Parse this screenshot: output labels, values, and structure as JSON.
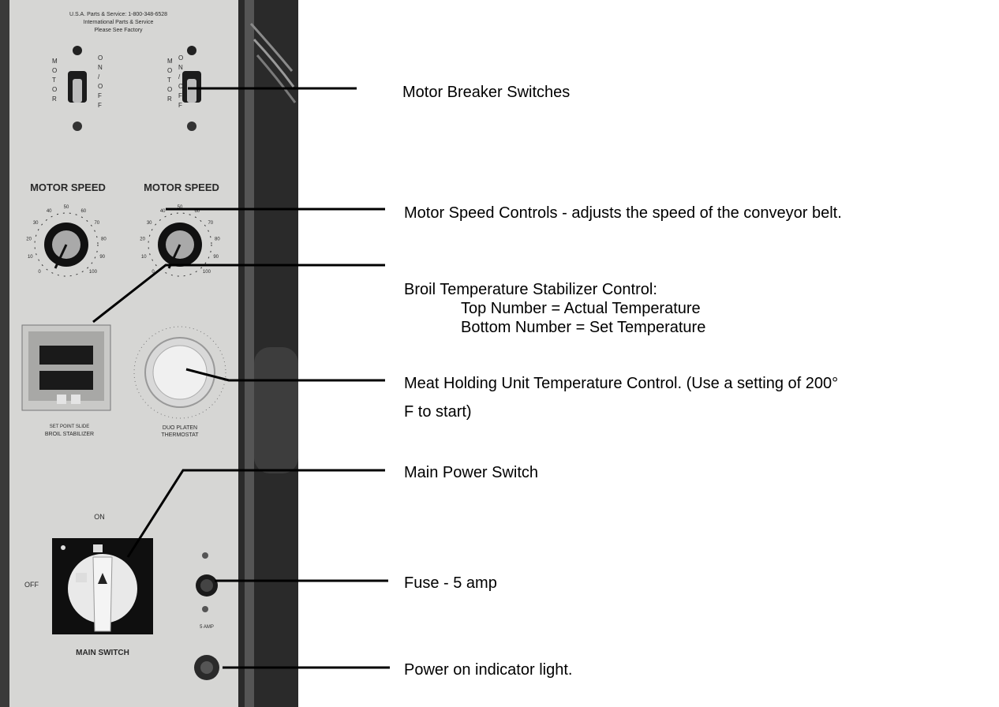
{
  "panel": {
    "header_lines": [
      "U.S.A. Parts & Service: 1-800-348-6528",
      "International Parts & Service",
      "Please See Factory"
    ],
    "motor_switch_vertical": [
      "M",
      "O",
      "T",
      "O",
      "R"
    ],
    "on_off_vertical": [
      "O",
      "N",
      "/",
      "O",
      "F",
      "F"
    ],
    "motor_speed_label_left": "MOTOR SPEED",
    "motor_speed_label_right": "MOTOR SPEED",
    "speed_dial_scale": [
      "0",
      "10",
      "20",
      "30",
      "40",
      "50",
      "60",
      "70",
      "80",
      "90",
      "100"
    ],
    "broil_caption_small": "SET POINT SLIDE",
    "broil_caption": "BROIL STABILIZER",
    "thermostat_caption_1": "DUO PLATEN",
    "thermostat_caption_2": "THERMOSTAT",
    "main_on": "ON",
    "main_off": "OFF",
    "main_switch_label": "MAIN SWITCH",
    "fuse_label": "5 AMP"
  },
  "callouts": {
    "motor_breaker": "Motor Breaker Switches",
    "motor_speed": "Motor Speed Controls - adjusts the speed of the conveyor belt.",
    "broil_title": "Broil Temperature Stabilizer Control:",
    "broil_top": "Top Number = Actual Temperature",
    "broil_bottom": "Bottom Number = Set Temperature",
    "meat_line1": "Meat Holding Unit Temperature Control. (Use a setting of 200°",
    "meat_line2": "F to start)",
    "main_power": "Main Power Switch",
    "fuse": "Fuse - 5 amp",
    "power_light": "Power on indicator light."
  },
  "colors": {
    "panel": "#d6d6d4",
    "background_dark": "#2b2b2b",
    "knob": "#111111",
    "leader": "#000000"
  }
}
